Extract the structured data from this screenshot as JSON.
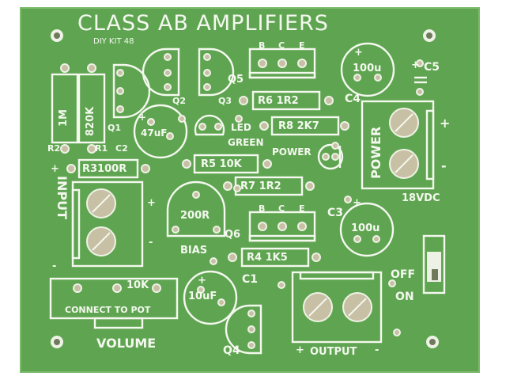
{
  "board": {
    "title": "CLASS AB AMPLIFIERS",
    "kit": "DIY KIT 48",
    "colors": {
      "board": "#5fa551",
      "silk": "#f4f8ef",
      "pad": "#c8c0a4"
    }
  },
  "labels": {
    "r2_value": "1M",
    "r1_value": "820K",
    "q1": "Q1",
    "q2": "Q2",
    "q3": "Q3",
    "q5": "Q5",
    "q6": "Q6",
    "q4": "Q4",
    "r2": "R2",
    "r1": "R1",
    "c2": "C2",
    "c2_value": "47uF",
    "c4": "C4",
    "c4_value": "100u",
    "c5": "C5",
    "c3": "C3",
    "c3_value": "100u",
    "c1": "C1",
    "c1_value": "10uF",
    "r6": "R6 1R2",
    "r8": "R8 2K7",
    "r5": "R5 10K",
    "r7": "R7 1R2",
    "r4": "R4 1K5",
    "r3": "R3100R",
    "led": "LED",
    "green": "GREEN",
    "power_led": "POWER",
    "power_terminal": "POWER",
    "vdc": "18VDC",
    "input": "INPUT",
    "bias": "BIAS",
    "bias_value": "200R",
    "pot_value": "10K",
    "connect": "CONNECT TO POT",
    "volume": "VOLUME",
    "output": "OUTPUT",
    "off": "OFF",
    "on": "ON",
    "b": "B",
    "c": "C",
    "e": "E",
    "plus": "+",
    "minus": "-"
  }
}
